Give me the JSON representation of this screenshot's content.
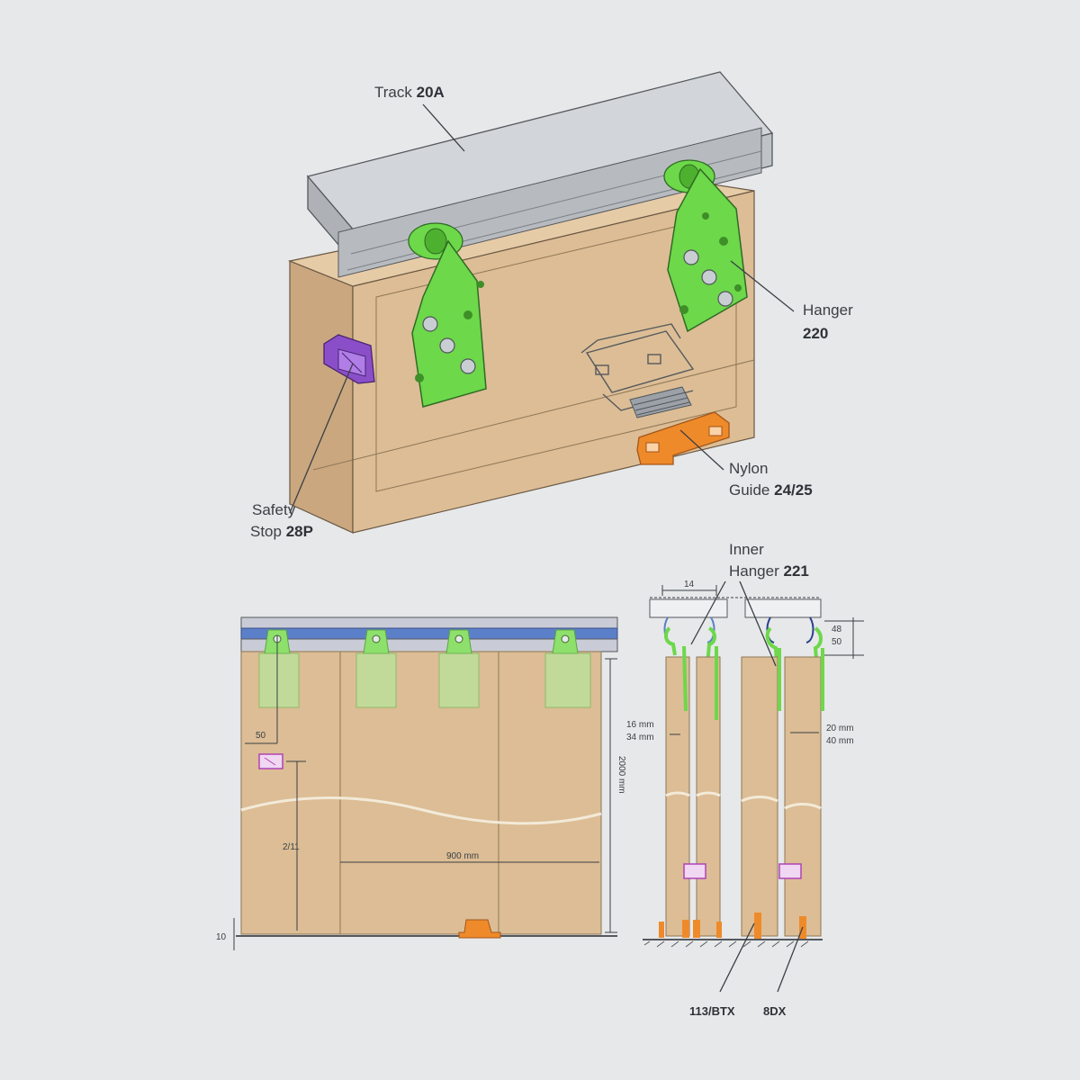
{
  "labels": {
    "track": {
      "text": "Track",
      "code": "20A"
    },
    "hanger": {
      "text": "Hanger",
      "code": "220"
    },
    "nylon_guide": {
      "line1": "Nylon",
      "line2": "Guide",
      "code": "24/25"
    },
    "safety_stop": {
      "line1": "Safety",
      "line2": "Stop",
      "code": "28P"
    },
    "inner_hanger": {
      "line1": "Inner",
      "line2": "Hanger",
      "code": "221"
    },
    "bottom_guide_a": "113/BTX",
    "bottom_guide_b": "8DX"
  },
  "dimensions": {
    "top_width": "14",
    "safety_offset": "50",
    "safety_height": "2/11",
    "door_width": "900 mm",
    "door_height": "2000 mm",
    "floor_gap": "10",
    "track_height_1": "48",
    "track_height_2": "50",
    "door_thickness_left_1": "16 mm",
    "door_thickness_left_2": "34 mm",
    "door_thickness_right_1": "20 mm",
    "door_thickness_right_2": "40 mm"
  },
  "colors": {
    "background": "#e6e8e9",
    "track": "#c9ccd0",
    "wood": "#dcbd95",
    "hanger_green": "#6dd84a",
    "safety_stop_purple": "#8a4fc8",
    "guide_orange": "#ef8a2a",
    "track_blue": "#5c7fc9"
  }
}
